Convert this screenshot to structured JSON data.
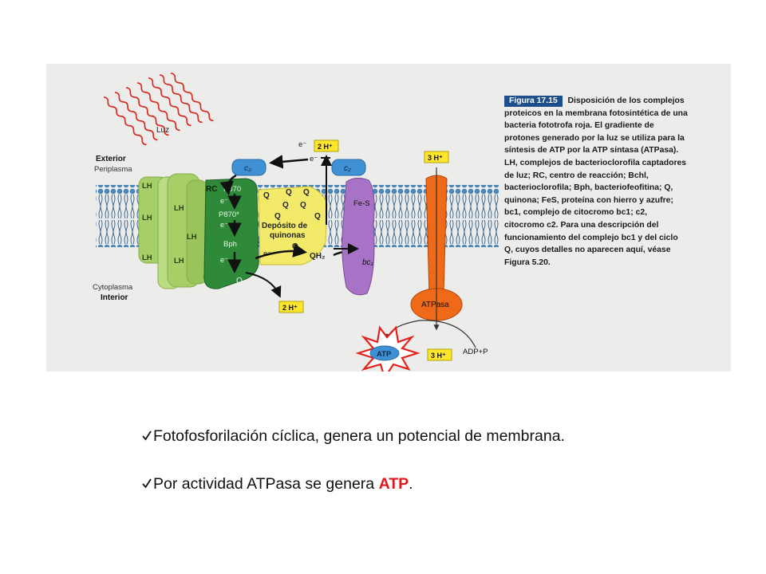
{
  "figure": {
    "light_label": "Luz",
    "side_labels": {
      "exterior": "Exterior",
      "periplasma": "Periplasma",
      "cytoplasma": "Cytoplasma",
      "interior": "Interior"
    },
    "lh_labels": [
      "LH",
      "LH",
      "LH",
      "LH",
      "LH",
      "LH"
    ],
    "rc": {
      "name": "RC",
      "p870": "P870",
      "p870_excited": "P870*",
      "bph": "Bph",
      "e": "e⁻",
      "q": "Q"
    },
    "quinone_pool": {
      "label_line1": "Depósito de",
      "label_line2": "quinonas",
      "q": "Q",
      "qh2": "QH₂"
    },
    "cyt_c2": "c₂",
    "bc1": {
      "fes": "Fe-S",
      "label": "bc₁"
    },
    "electron": "e⁻",
    "proton_boxes": [
      "2 H⁺",
      "2 H⁺",
      "3 H⁺",
      "3 H⁺"
    ],
    "atpase_label": "ATPasa",
    "atp_label": "ATP",
    "adp_label": "ADP+P",
    "colors": {
      "membrane": "#4a86b8",
      "lh": "#a6cf68",
      "rc": "#2e8a38",
      "c2": "#3f91d4",
      "bc1": "#a873c6",
      "atpase": "#ef6a18",
      "quinone": "#f3ea6a",
      "proton_box": "#ffe62a",
      "star": "#e5211b"
    }
  },
  "caption": {
    "figure_number": "Figura 17.15",
    "text": "Disposición de los complejos proteicos en la membrana fotosintética de una bacteria fototrofa roja. El gradiente de protones generado por la luz se utiliza para la síntesis de ATP por la ATP sintasa (ATPasa). LH, complejos de bacterioclorofila captadores de luz; RC, centro de reacción; Bchl, bacterioclorofila; Bph, bacteriofeofitina; Q, quinona; FeS, proteína con hierro y azufre; bc1, complejo de citocromo bc1; c2, citocromo c2. Para una descripción del funcionamiento del complejo bc1 y del ciclo Q, cuyos detalles no aparecen aquí, véase Figura 5.20."
  },
  "bullets": {
    "line1": "Fotofosforilación cíclica, genera un potencial de membrana.",
    "line2_before": "Por actividad ATPasa se genera ",
    "line2_emph": "ATP",
    "line2_after": "."
  }
}
